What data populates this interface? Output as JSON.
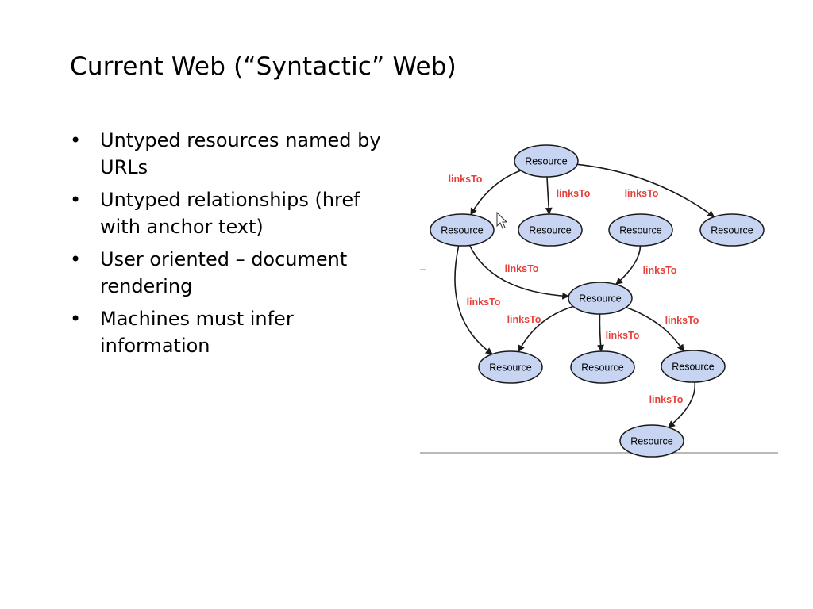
{
  "slide": {
    "title": "Current Web (“Syntactic” Web)"
  },
  "bullets": [
    {
      "marker": "•",
      "text": "Untyped resources named by URLs"
    },
    {
      "marker": "•",
      "text": "Untyped relationships (href with anchor text)"
    },
    {
      "marker": "•",
      "text": "User oriented – document rendering"
    },
    {
      "marker": "•",
      "text": "Machines must infer information"
    }
  ],
  "diagram": {
    "colors": {
      "node_fill": "#c7d5f2",
      "node_stroke": "#1a1a1a",
      "edge": "#1a1a1a",
      "edge_label": "#e8413c",
      "baseline": "#b9b9b9"
    },
    "nodes": [
      {
        "id": "top",
        "label": "Resource"
      },
      {
        "id": "r1",
        "label": "Resource"
      },
      {
        "id": "r2",
        "label": "Resource"
      },
      {
        "id": "r3",
        "label": "Resource"
      },
      {
        "id": "r4",
        "label": "Resource"
      },
      {
        "id": "mid",
        "label": "Resource"
      },
      {
        "id": "b1",
        "label": "Resource"
      },
      {
        "id": "b2",
        "label": "Resource"
      },
      {
        "id": "b3",
        "label": "Resource"
      },
      {
        "id": "bottom",
        "label": "Resource"
      }
    ],
    "edges": [
      {
        "from": "top",
        "to": "r1",
        "label": "linksTo"
      },
      {
        "from": "top",
        "to": "r2",
        "label": "linksTo"
      },
      {
        "from": "top",
        "to": "r4",
        "label": "linksTo"
      },
      {
        "from": "r1",
        "to": "mid",
        "label": "linksTo"
      },
      {
        "from": "r3",
        "to": "mid",
        "label": "linksTo"
      },
      {
        "from": "r1",
        "to": "b1",
        "label": "linksTo"
      },
      {
        "from": "mid",
        "to": "b1",
        "label": "linksTo"
      },
      {
        "from": "mid",
        "to": "b2",
        "label": "linksTo"
      },
      {
        "from": "mid",
        "to": "b3",
        "label": "linksTo"
      },
      {
        "from": "b3",
        "to": "bottom",
        "label": "linksTo"
      }
    ]
  }
}
